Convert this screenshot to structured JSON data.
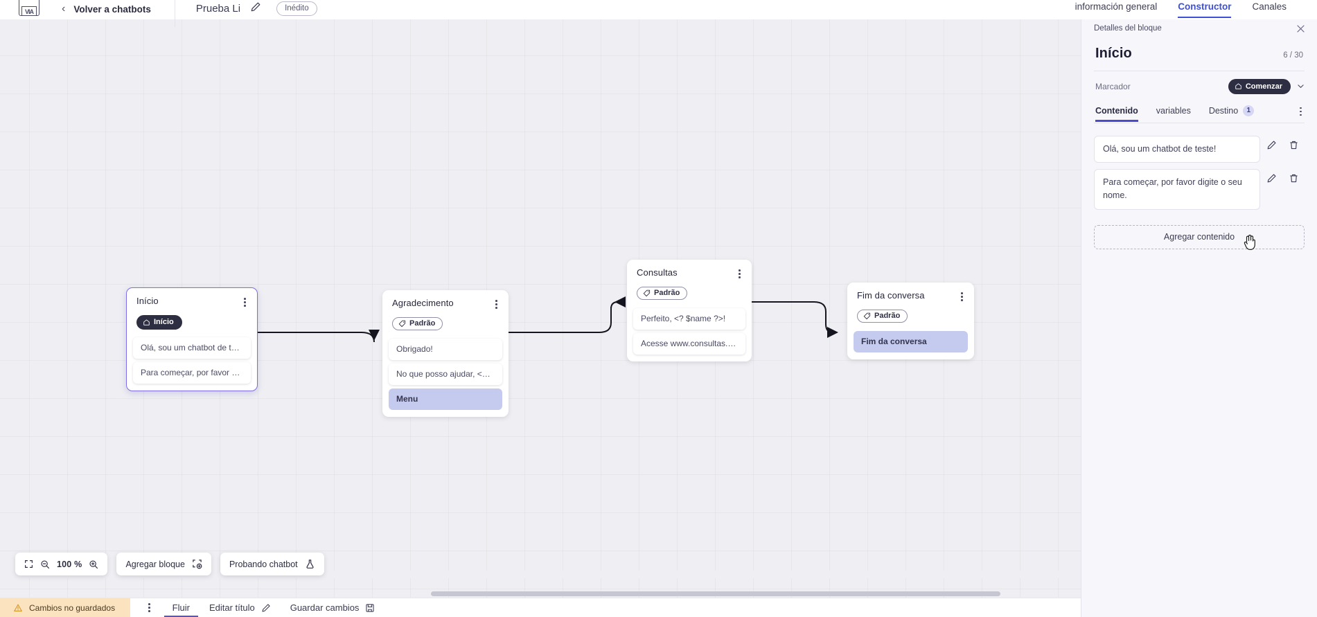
{
  "header": {
    "logo_text": "VIA",
    "back_label": "Volver a chatbots",
    "doc_title": "Prueba Li",
    "status_badge": "Inédito",
    "tabs": [
      {
        "label": "información general",
        "active": false
      },
      {
        "label": "Constructor",
        "active": true
      },
      {
        "label": "Canales",
        "active": false
      }
    ],
    "accent": "#3d4fd6"
  },
  "canvas": {
    "zoom_level": "100 %",
    "toolbar": {
      "fit_icon": "fit-screen-icon",
      "zoom_out_icon": "zoom-out-icon",
      "zoom_in_icon": "zoom-in-icon",
      "add_block_label": "Agregar bloque",
      "add_block_icon": "add-block-icon",
      "test_chatbot_label": "Probando chatbot",
      "test_chatbot_icon": "flask-icon"
    },
    "nodes": [
      {
        "id": "inicio",
        "title": "Início",
        "tag": "Início",
        "tag_style": "dark",
        "tag_icon": "home-icon",
        "selected": true,
        "messages": [
          {
            "text": "Olá, sou um chatbot de teste!",
            "highlight": false
          },
          {
            "text": "Para começar, por favor digite o ...",
            "highlight": false
          }
        ]
      },
      {
        "id": "agradecimento",
        "title": "Agradecimento",
        "tag": "Padrão",
        "tag_style": "outline",
        "tag_icon": "tag-icon",
        "selected": false,
        "messages": [
          {
            "text": "Obrigado!",
            "highlight": false
          },
          {
            "text": "No que posso ajudar, <? $name ...",
            "highlight": false
          },
          {
            "text": "Menu",
            "highlight": true
          }
        ]
      },
      {
        "id": "consultas",
        "title": "Consultas",
        "tag": "Padrão",
        "tag_style": "outline",
        "tag_icon": "tag-icon",
        "selected": false,
        "messages": [
          {
            "text": "Perfeito, <? $name ?>!",
            "highlight": false
          },
          {
            "text": "Acesse www.consultas.com par...",
            "highlight": false
          }
        ]
      },
      {
        "id": "fim",
        "title": "Fim da conversa",
        "tag": "Padrão",
        "tag_style": "outline",
        "tag_icon": "tag-icon",
        "selected": false,
        "messages": [
          {
            "text": "Fim da conversa",
            "highlight": true
          }
        ]
      }
    ],
    "highlight_color": "#c5cbef",
    "selected_border": "#7b6ce8"
  },
  "bottom_bar": {
    "unsaved_label": "Cambios no guardados",
    "unsaved_icon": "warning-icon",
    "unsaved_bg": "#fbe3c0",
    "kebab_icon": "kebab-icon",
    "flow_label": "Fluir",
    "edit_title_label": "Editar título",
    "edit_title_icon": "pencil-icon",
    "save_label": "Guardar cambios",
    "save_icon": "save-icon"
  },
  "panel": {
    "header_title": "Detalles del bloque",
    "close_icon": "close-icon",
    "block_name": "Início",
    "char_count": "6 / 30",
    "marker_label": "Marcador",
    "marker_value": "Comenzar",
    "marker_icon": "home-icon",
    "marker_chevron": "chevron-down-icon",
    "tabs": [
      {
        "label": "Contenido",
        "active": true,
        "badge": ""
      },
      {
        "label": "variables",
        "active": false,
        "badge": ""
      },
      {
        "label": "Destino",
        "active": false,
        "badge": "1"
      }
    ],
    "messages": [
      {
        "text": "Olá, sou um chatbot de teste!",
        "edit_icon": "pencil-icon",
        "delete_icon": "trash-icon"
      },
      {
        "text": "Para começar, por favor digite o seu nome.",
        "edit_icon": "pencil-icon",
        "delete_icon": "trash-icon"
      }
    ],
    "add_content_label": "Agregar contenido"
  }
}
